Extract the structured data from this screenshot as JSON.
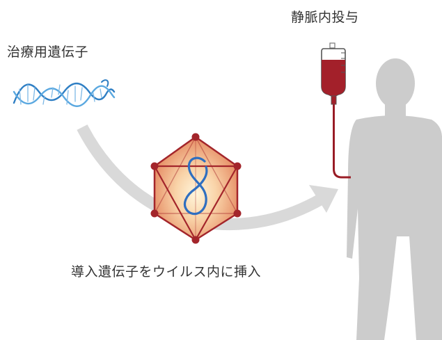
{
  "labels": {
    "therapeutic_gene": "治療用遺伝子",
    "iv_administration": "静脈内投与",
    "insert_gene_into_virus": "導入遺伝子をウイルス内に挿入"
  },
  "colors": {
    "text": "#333333",
    "arrow": "#d9d9d9",
    "dna": "#3a86c8",
    "capsid_edge": "#a3252b",
    "capsid_fill": "#f3b58e",
    "capsid_glow": "#fff4d8",
    "blood": "#a3202a",
    "human": "#cccccc"
  },
  "icons": {
    "dna": "dna-helix-icon",
    "virus": "viral-capsid-icon",
    "iv_bag": "iv-bag-icon",
    "human": "human-silhouette-icon"
  }
}
